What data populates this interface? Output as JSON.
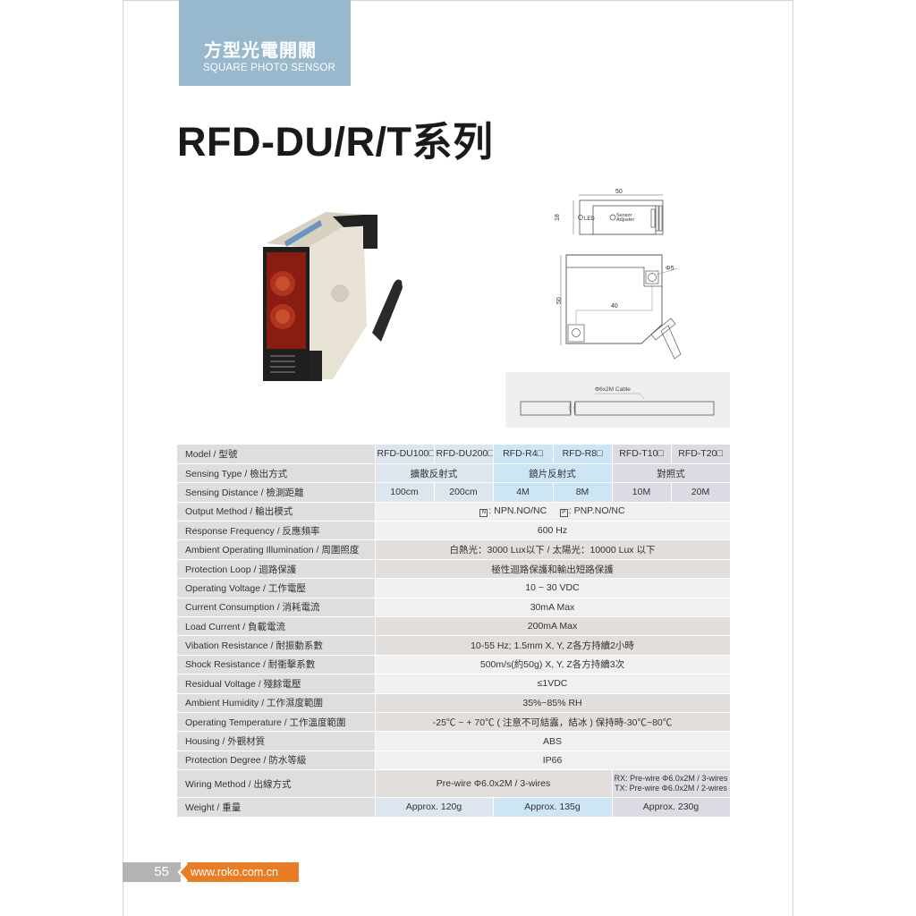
{
  "header": {
    "category_cn": "方型光電開關",
    "category_en": "SQUARE PHOTO SENSOR",
    "series_title": "RFD-DU/R/T系列"
  },
  "drawings": {
    "top_view": {
      "width_dim": "50",
      "height_dim": "18",
      "led_label": "LED",
      "adjuster_label_1": "Sensor",
      "adjuster_label_2": "Adjuster"
    },
    "front_view": {
      "height_dim": "50",
      "hole_spacing": "40",
      "hole_dia": "Φ5"
    },
    "cable": {
      "label": "Φ6x2M Cable"
    }
  },
  "colors": {
    "category_tab": "#98b8cd",
    "du_group": "#dde6ef",
    "r_group": "#cde6f5",
    "t_group": "#dedae3",
    "label_bg": "#dedede",
    "footer_orange": "#e87d26",
    "footer_gray": "#b3b3b3"
  },
  "table": {
    "rows": [
      {
        "label": "Model / 型號",
        "models": [
          "RFD-DU100□",
          "RFD-DU200□",
          "RFD-R4□",
          "RFD-R8□",
          "RFD-T10□",
          "RFD-T20□"
        ]
      },
      {
        "label": "Sensing Type / 檢出方式",
        "groups": [
          "擴散反射式",
          "鏡片反射式",
          "對照式"
        ]
      },
      {
        "label": "Sensing Distance / 檢測距離",
        "values": [
          "100cm",
          "200cm",
          "4M",
          "8M",
          "10M",
          "20M"
        ]
      },
      {
        "label": "Output Method / 輸出模式",
        "npn_glyph": "N",
        "npn": ": NPN.NO/NC",
        "pnp_glyph": "P",
        "pnp": ": PNP.NO/NC"
      },
      {
        "label": "Response Frequency / 反應頻率",
        "value": "600 Hz"
      },
      {
        "label": "Ambient Operating Illumination / 周圍照度",
        "value": "白熱光：3000 Lux以下 / 太陽光：10000 Lux 以下"
      },
      {
        "label": "Protection Loop / 迴路保護",
        "value": "極性迴路保護和輸出短路保護"
      },
      {
        "label": "Operating Voltage / 工作電壓",
        "value": "10 ~ 30 VDC"
      },
      {
        "label": "Current Consumption / 消耗電流",
        "value": "30mA Max"
      },
      {
        "label": "Load Current / 負載電流",
        "value": "200mA Max"
      },
      {
        "label": "Vibation Resistance / 耐振動系數",
        "value": "10-55 Hz; 1.5mm X, Y, Z各方持續2小時"
      },
      {
        "label": "Shock Resistance / 耐衝擊系數",
        "value": "500m/s(約50g) X, Y, Z各方持續3次"
      },
      {
        "label": "Residual Voltage / 殘餘電壓",
        "value": "≤1VDC"
      },
      {
        "label": "Ambient Humidity / 工作濕度範圍",
        "value": "35%~85% RH"
      },
      {
        "label": "Operating Temperature / 工作溫度範圍",
        "value": "-25℃ ~ + 70℃ ( 注意不可結露，結冰 ) 保持時-30℃~80℃"
      },
      {
        "label": "Housing / 外觀材質",
        "value": "ABS"
      },
      {
        "label": "Protection Degree / 防水等級",
        "value": "IP66"
      },
      {
        "label": "Wiring Method / 出線方式",
        "du_r": "Pre-wire Φ6.0x2M / 3-wires",
        "t_line1": "RX: Pre-wire Φ6.0x2M / 3-wires",
        "t_line2": "TX: Pre-wire Φ6.0x2M / 2-wires"
      },
      {
        "label": "Weight / 重量",
        "values": [
          "Approx. 120g",
          "Approx. 135g",
          "Approx. 230g"
        ]
      }
    ]
  },
  "footer": {
    "page_number": "55",
    "url": "www.roko.com.cn"
  }
}
